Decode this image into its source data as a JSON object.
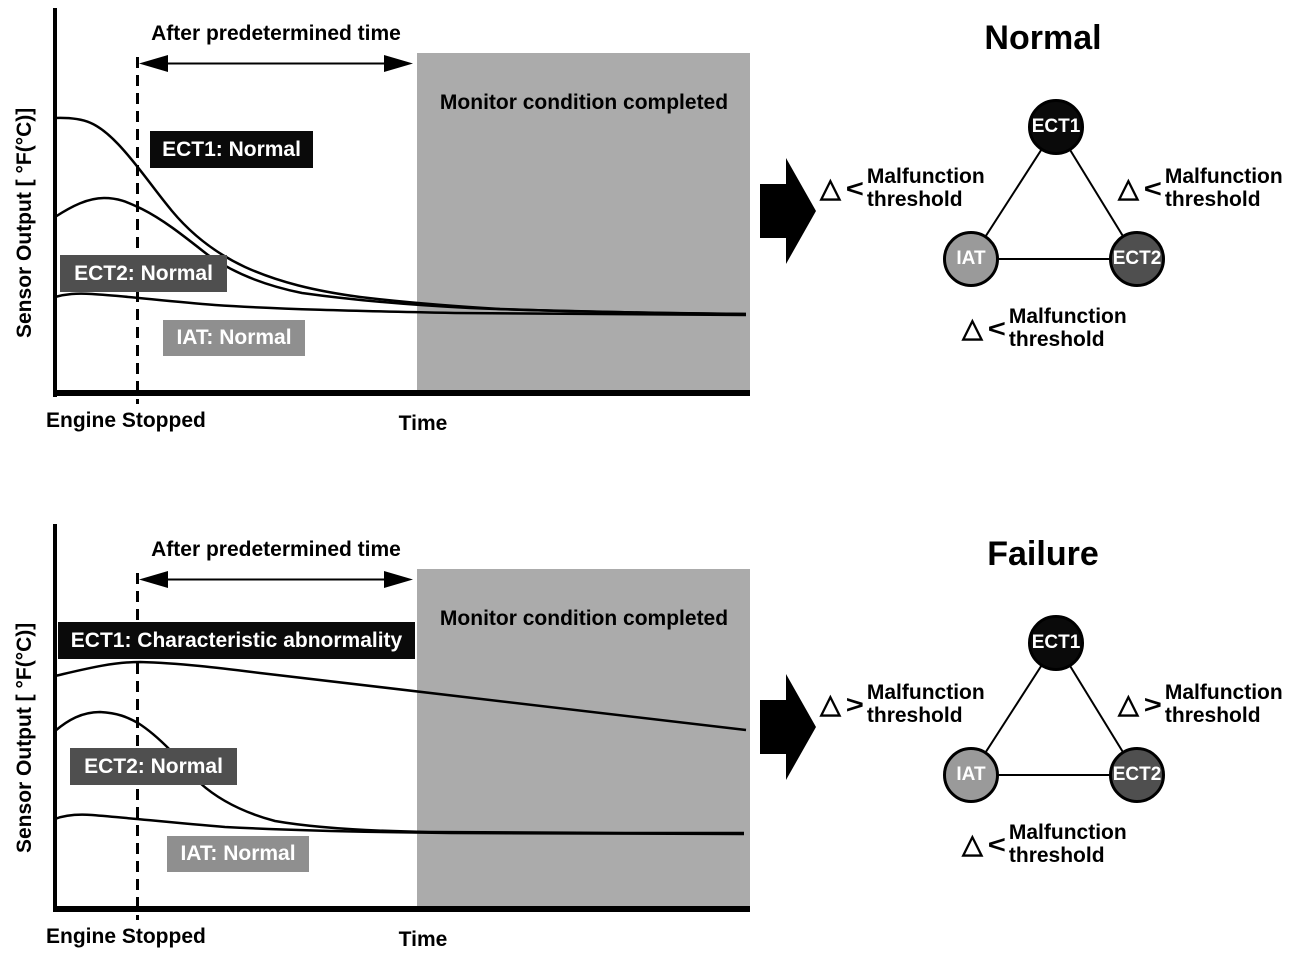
{
  "colors": {
    "gray_region": "#ababab",
    "label_black": "#0a0a0a",
    "label_dark": "#4f4f4f",
    "label_mid": "#8f8f8f",
    "ect1_node": "#0a0a0a",
    "iat_node": "#9a9a9a",
    "ect2_node": "#4f4f4f",
    "line": "#000000"
  },
  "panels": [
    {
      "result_title": "Normal",
      "chart": {
        "y_axis_label": "Sensor Output [ °F(°C)]",
        "predetermined_label": "After predetermined time",
        "monitor_label": "Monitor condition completed",
        "ect1_label": "ECT1: Normal",
        "ect2_label": "ECT2: Normal",
        "iat_label": "IAT: Normal",
        "engine_stopped_label": "Engine Stopped",
        "time_label": "Time"
      },
      "diagram": {
        "nodes": {
          "top": "ECT1",
          "left": "IAT",
          "right": "ECT2"
        },
        "thresholds": {
          "left": {
            "delta": "△",
            "comparator": "<",
            "label": "Malfunction threshold"
          },
          "right": {
            "delta": "△",
            "comparator": "<",
            "label": "Malfunction threshold"
          },
          "bottom": {
            "delta": "△",
            "comparator": "<",
            "label": "Malfunction threshold"
          }
        }
      }
    },
    {
      "result_title": "Failure",
      "chart": {
        "y_axis_label": "Sensor Output [ °F(°C)]",
        "predetermined_label": "After predetermined time",
        "monitor_label": "Monitor condition completed",
        "ect1_label": "ECT1: Characteristic abnormality",
        "ect2_label": "ECT2: Normal",
        "iat_label": "IAT: Normal",
        "engine_stopped_label": "Engine Stopped",
        "time_label": "Time"
      },
      "diagram": {
        "nodes": {
          "top": "ECT1",
          "left": "IAT",
          "right": "ECT2"
        },
        "thresholds": {
          "left": {
            "delta": "△",
            "comparator": ">",
            "label": "Malfunction threshold"
          },
          "right": {
            "delta": "△",
            "comparator": ">",
            "label": "Malfunction threshold"
          },
          "bottom": {
            "delta": "△",
            "comparator": "<",
            "label": "Malfunction threshold"
          }
        }
      }
    }
  ],
  "chart_data": [
    {
      "type": "line",
      "title": "Normal",
      "xlabel": "Time",
      "ylabel": "Sensor Output [ °F(°C)]",
      "axes_numeric": false,
      "annotations": [
        "Engine Stopped (dashed vertical line)",
        "After predetermined time (double arrow span)",
        "Monitor condition completed (shaded region at right)"
      ],
      "x_norm": [
        0,
        0.12,
        0.2,
        0.3,
        0.45,
        0.6,
        0.8,
        1.0
      ],
      "series": [
        {
          "name": "ECT1: Normal",
          "values_norm": [
            0.72,
            0.68,
            0.52,
            0.36,
            0.26,
            0.22,
            0.21,
            0.2
          ],
          "behavior": "starts high, decays exponentially after engine stop, converges with IAT and ECT2"
        },
        {
          "name": "ECT2: Normal",
          "values_norm": [
            0.46,
            0.5,
            0.44,
            0.32,
            0.24,
            0.215,
            0.205,
            0.2
          ],
          "behavior": "small hump then exponential decay to convergence"
        },
        {
          "name": "IAT: Normal",
          "values_norm": [
            0.25,
            0.25,
            0.24,
            0.225,
            0.21,
            0.205,
            0.2,
            0.2
          ],
          "behavior": "nearly flat, slight decay to convergence"
        }
      ]
    },
    {
      "type": "line",
      "title": "Failure",
      "xlabel": "Time",
      "ylabel": "Sensor Output [ °F(°C)]",
      "axes_numeric": false,
      "annotations": [
        "Engine Stopped (dashed vertical line)",
        "After predetermined time (double arrow span)",
        "Monitor condition completed (shaded region at right)"
      ],
      "x_norm": [
        0,
        0.12,
        0.2,
        0.3,
        0.45,
        0.6,
        0.8,
        1.0
      ],
      "series": [
        {
          "name": "ECT1: Characteristic abnormality",
          "values_norm": [
            0.61,
            0.64,
            0.63,
            0.61,
            0.59,
            0.57,
            0.54,
            0.52
          ],
          "behavior": "stays high with only a slow linear decline, never converges with IAT/ECT2"
        },
        {
          "name": "ECT2: Normal",
          "values_norm": [
            0.47,
            0.51,
            0.44,
            0.31,
            0.23,
            0.215,
            0.21,
            0.21
          ],
          "behavior": "small hump then exponential decay to convergence with IAT"
        },
        {
          "name": "IAT: Normal",
          "values_norm": [
            0.24,
            0.24,
            0.235,
            0.225,
            0.215,
            0.21,
            0.21,
            0.21
          ],
          "behavior": "nearly flat, slight decay"
        }
      ]
    }
  ]
}
